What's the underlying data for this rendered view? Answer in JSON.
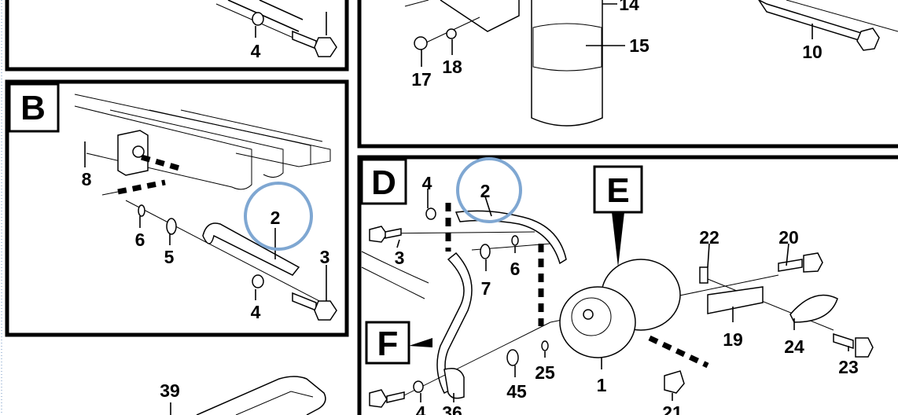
{
  "panels": {
    "A": {
      "labels": [
        "4"
      ]
    },
    "B": {
      "title": "B",
      "labels": [
        "8",
        "2",
        "6",
        "5",
        "3",
        "4"
      ]
    },
    "C": {
      "labels": [
        "14",
        "15",
        "17",
        "18",
        "10"
      ]
    },
    "D": {
      "title": "D",
      "labels": [
        "4",
        "2",
        "3",
        "7",
        "6",
        "22",
        "20",
        "19",
        "24",
        "23",
        "25",
        "45",
        "1",
        "21",
        "36",
        "4"
      ]
    },
    "E": {
      "title": "E"
    },
    "F": {
      "title": "F"
    },
    "bottom_left": {
      "labels": [
        "39"
      ]
    }
  },
  "highlight_color": "#7fa7d2"
}
